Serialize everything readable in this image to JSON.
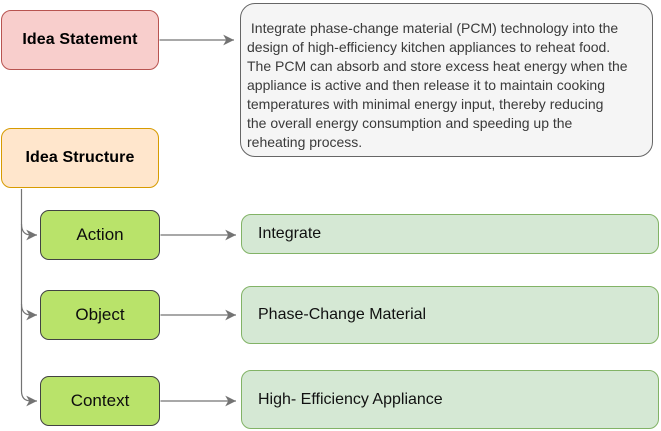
{
  "palette": {
    "statement_fill": "#f8cecc",
    "statement_stroke": "#b85450",
    "structure_fill": "#ffe6cc",
    "structure_stroke": "#d79b00",
    "key_fill": "#b9e36a",
    "key_stroke": "#424242",
    "value_fill": "#d5e8d4",
    "value_stroke": "#82b366",
    "text_box_fill": "#f5f5f5",
    "text_box_stroke": "#666666",
    "connector": "#737373"
  },
  "idea_statement": {
    "label": "Idea Statement"
  },
  "idea_structure": {
    "label": "Idea Structure"
  },
  "statement": {
    "lines": [
      " Integrate phase-change material (PCM) technology into the",
      "design of high-efficiency kitchen appliances to reheat food.",
      "The PCM can absorb and store excess heat energy when the",
      "appliance is active and then release it to maintain cooking",
      "temperatures with minimal energy input, thereby reducing",
      "the overall energy consumption and speeding up the",
      "reheating process."
    ]
  },
  "structure_rows": [
    {
      "key": "Action",
      "value": "Integrate"
    },
    {
      "key": "Object",
      "value": "Phase-Change Material"
    },
    {
      "key": "Context",
      "value": "High- Efficiency Appliance"
    }
  ]
}
